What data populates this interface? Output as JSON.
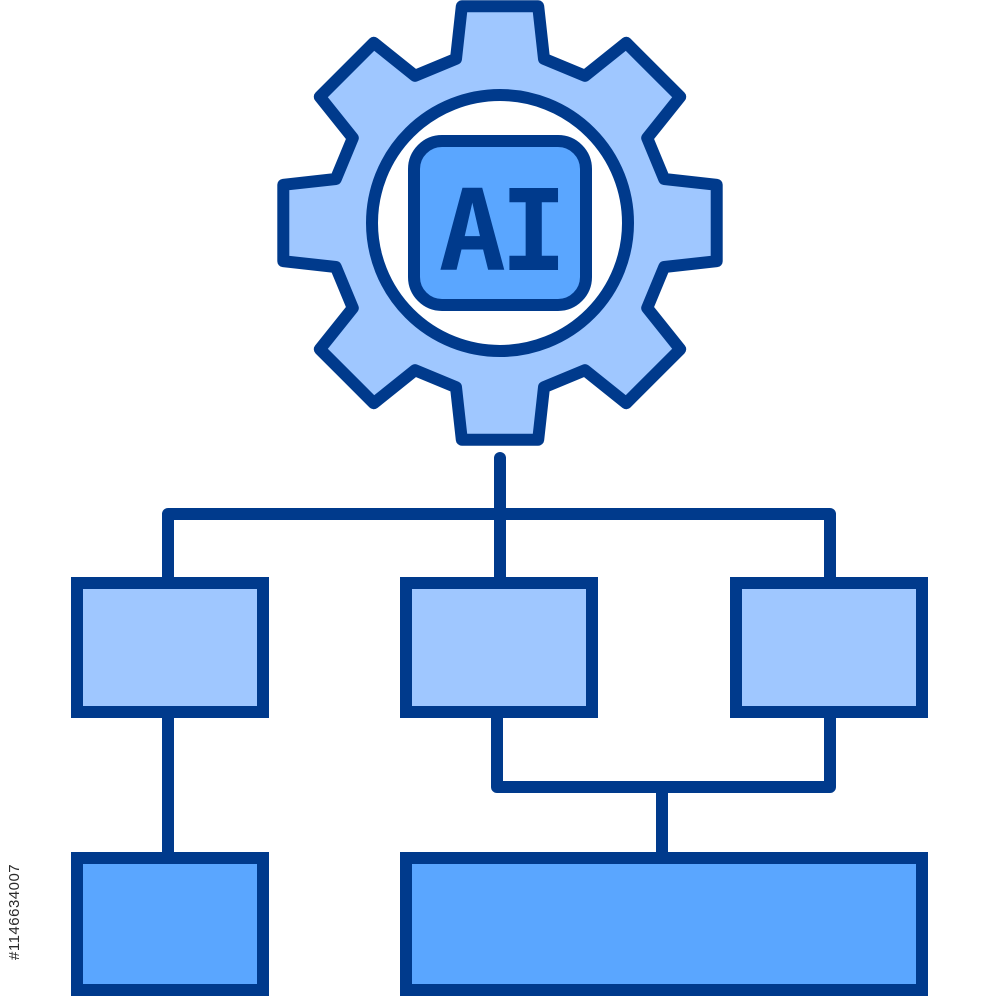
{
  "icon": {
    "name": "ai-workflow-gear-flowchart",
    "gear_label": "AI",
    "colors": {
      "stroke": "#003a8c",
      "light_fill": "#9fc7ff",
      "medium_fill": "#5aa6ff",
      "inner_circle": "#ffffff",
      "background": "#ffffff"
    }
  },
  "watermark": {
    "id_text": "#1146634007"
  }
}
